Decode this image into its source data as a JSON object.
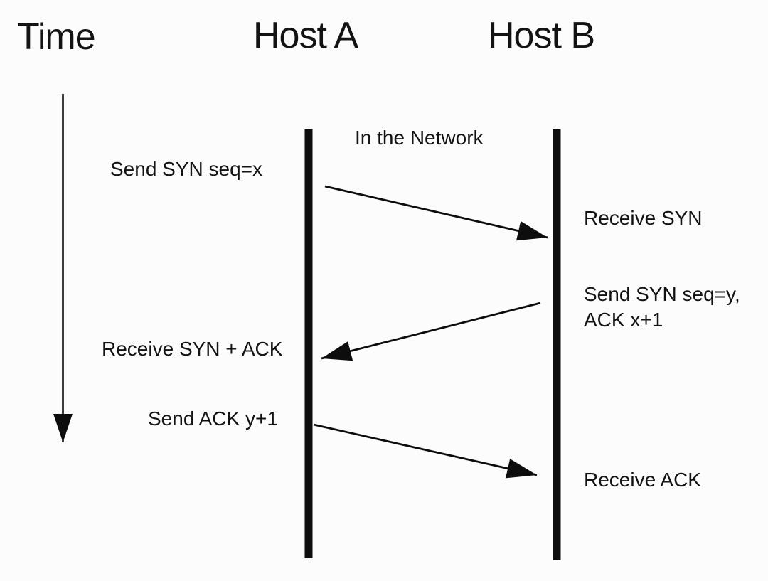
{
  "colors": {
    "background": "#fcfcfc",
    "ink": "#131313",
    "line": "#0d0d0d"
  },
  "axis": {
    "time_label": "Time"
  },
  "hosts": {
    "host_a": "Host A",
    "host_b": "Host B"
  },
  "network_label": "In the Network",
  "handshake": {
    "send_syn": "Send SYN seq=x",
    "receive_syn": "Receive SYN",
    "send_syn_ack": "Send SYN seq=y,\nACK x+1",
    "receive_syn_ack": "Receive SYN + ACK",
    "send_ack": "Send ACK y+1",
    "receive_ack": "Receive ACK"
  }
}
